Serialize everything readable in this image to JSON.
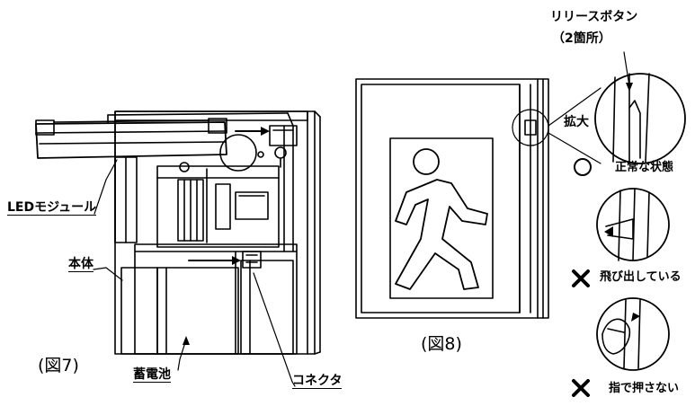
{
  "labels": {
    "release_button": "リリースボタン",
    "release_count": "（2箇所）",
    "enlarge": "拡大",
    "normal_state": "正常な状態",
    "protruding": "飛び出している",
    "no_finger": "指で押さない",
    "led_module": "LEDモジュール",
    "main_body": "本体",
    "battery": "蓄電池",
    "connector": "コネクタ",
    "figure7": "(図7)",
    "figure8": "(図8)"
  },
  "symbols": {
    "ok": "○",
    "ng": "✕"
  }
}
